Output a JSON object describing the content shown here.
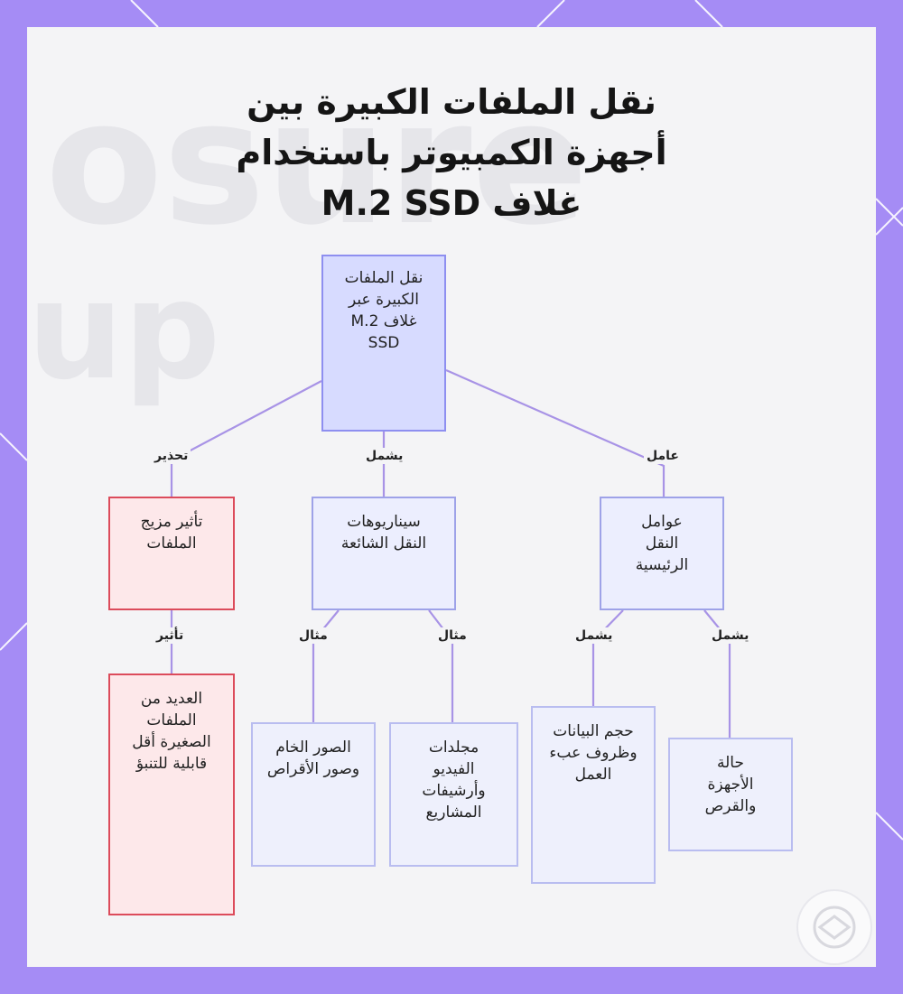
{
  "title": "نقل الملفات الكبيرة بين أجهزة الكمبيوتر باستخدام غلاف M.2 SSD",
  "nodes": {
    "root": "نقل الملفات الكبيرة عبر غلاف M.2 SSD",
    "factors": "عوامل النقل الرئيسية",
    "scenarios": "سيناريوهات النقل الشائعة",
    "warning": "تأثير مزيج الملفات",
    "device_state": "حالة الأجهزة والقرص",
    "data_volume": "حجم البيانات وظروف عبء العمل",
    "video_folders": "مجلدات الفيديو وأرشيفات المشاريع",
    "raw_images": "الصور الخام وصور الأقراص",
    "small_files": "العديد من الملفات الصغيرة أقل قابلية للتنبؤ"
  },
  "edges": {
    "root_factors": "عامل",
    "root_scenarios": "يشمل",
    "root_warning": "تحذير",
    "factors_device": "يشمل",
    "factors_volume": "يشمل",
    "scenarios_video": "مثال",
    "scenarios_raw": "مثال",
    "warning_small": "تأثير"
  },
  "colors": {
    "frame": "#a58cf5",
    "background": "#f4f4f6",
    "edge": "#a893e6",
    "root_fill": "#d7dbff",
    "warning_fill": "#fde8ea",
    "warning_border": "#dc4b5b"
  }
}
